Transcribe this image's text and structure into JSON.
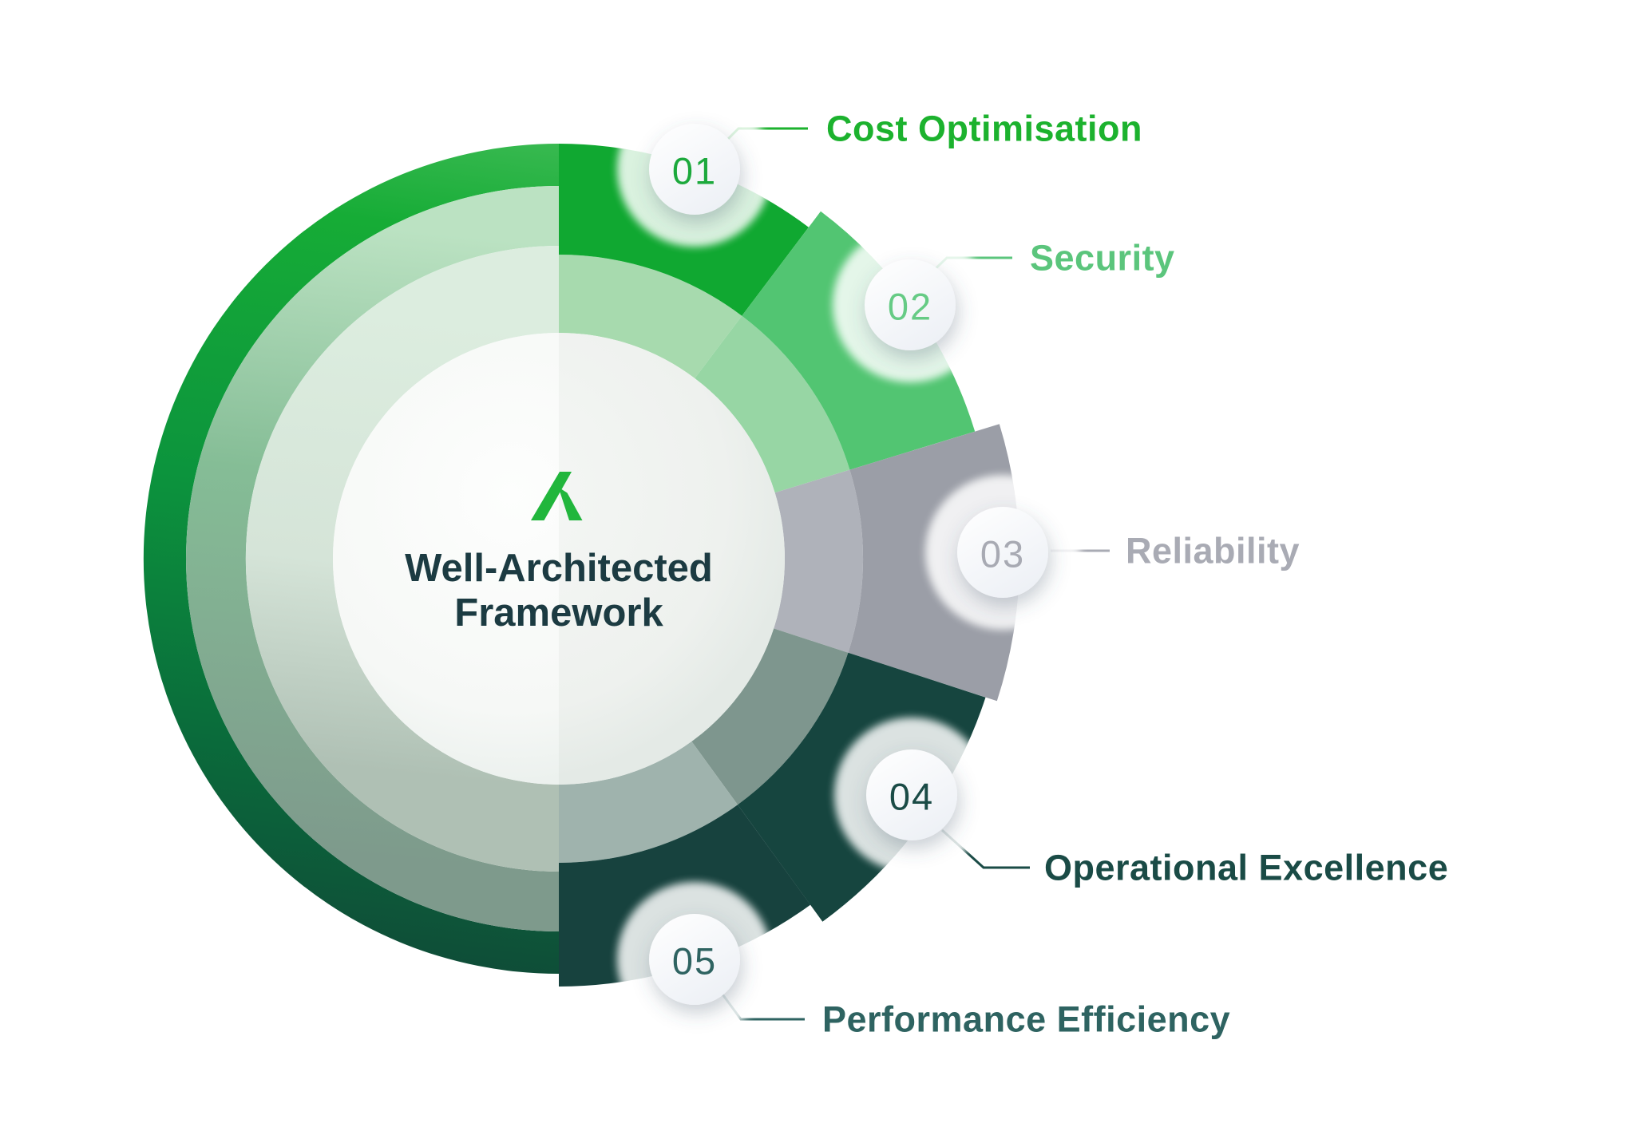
{
  "diagram": {
    "title_line1": "Well-Architected",
    "title_line2": "Framework",
    "title_color": "#1C3B42",
    "logo_color": "#21B63C",
    "segments": [
      {
        "number": "01",
        "label": "Cost Optimisation",
        "accent": "#1CB22E",
        "number_color": "#1CA93C",
        "wedge_color": "#10A831",
        "inner_band_color": "#A7DAAE"
      },
      {
        "number": "02",
        "label": "Security",
        "accent": "#5BC57C",
        "number_color": "#66CB85",
        "wedge_color": "#52C572",
        "inner_band_color": "#97D6A4"
      },
      {
        "number": "03",
        "label": "Reliability",
        "accent": "#A9ABB4",
        "number_color": "#A8AAB3",
        "wedge_color": "#9B9EA7",
        "inner_band_color": "#AFB2BA"
      },
      {
        "number": "04",
        "label": "Operational Excellence",
        "accent": "#1A4B46",
        "number_color": "#1A4B46",
        "wedge_color": "#16453F",
        "inner_band_color": "#7E968E"
      },
      {
        "number": "05",
        "label": "Performance Efficiency",
        "accent": "#2E6361",
        "number_color": "#2E6361",
        "wedge_color": "#17423E",
        "inner_band_color": "#9FB3AD"
      }
    ],
    "left_ring": {
      "outer_top": "#38B950",
      "outer_upper": "#16AC36",
      "outer_mid": "#0C943D",
      "outer_lower": "#0A6C3B",
      "outer_bottom": "#0F4C38",
      "middle_top": "#AADDB4",
      "middle_mid": "#85BD96",
      "middle_bottom": "#7E9A8C",
      "inner_top": "#DCEDDF",
      "inner_mid": "#D5E4D8",
      "inner_bottom": "#AFC0B4"
    }
  }
}
